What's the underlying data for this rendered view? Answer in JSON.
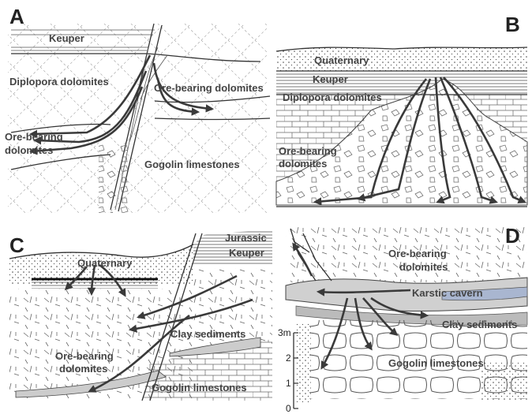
{
  "panels": {
    "a": {
      "label": "A",
      "units": {
        "keuper": "Keuper",
        "diplopora": "Diplopora dolomites",
        "ore_bearing_right": "Ore-bearing dolomites",
        "ore_bearing_left_1": "Ore-bearing",
        "ore_bearing_left_2": "dolomites",
        "gogolin": "Gogolin limestones"
      }
    },
    "b": {
      "label": "B",
      "units": {
        "quaternary": "Quaternary",
        "keuper": "Keuper",
        "diplopora": "Diplopora dolomites",
        "ore_bearing_1": "Ore-bearing",
        "ore_bearing_2": "dolomites"
      }
    },
    "c": {
      "label": "C",
      "units": {
        "jurassic": "Jurassic",
        "keuper": "Keuper",
        "quaternary": "Quaternary",
        "clay": "Clay sediments",
        "ore_bearing_1": "Ore-bearing",
        "ore_bearing_2": "dolomites",
        "gogolin": "Gogolin limestones"
      }
    },
    "d": {
      "label": "D",
      "units": {
        "ore_bearing_1": "Ore-bearing",
        "ore_bearing_2": "dolomites",
        "karstic": "Karstic cavern",
        "clay": "Clay sediments",
        "gogolin": "Gogolin limestones"
      },
      "scale": {
        "top": "3m",
        "t2": "2",
        "t1": "1",
        "t0": "0"
      }
    }
  }
}
